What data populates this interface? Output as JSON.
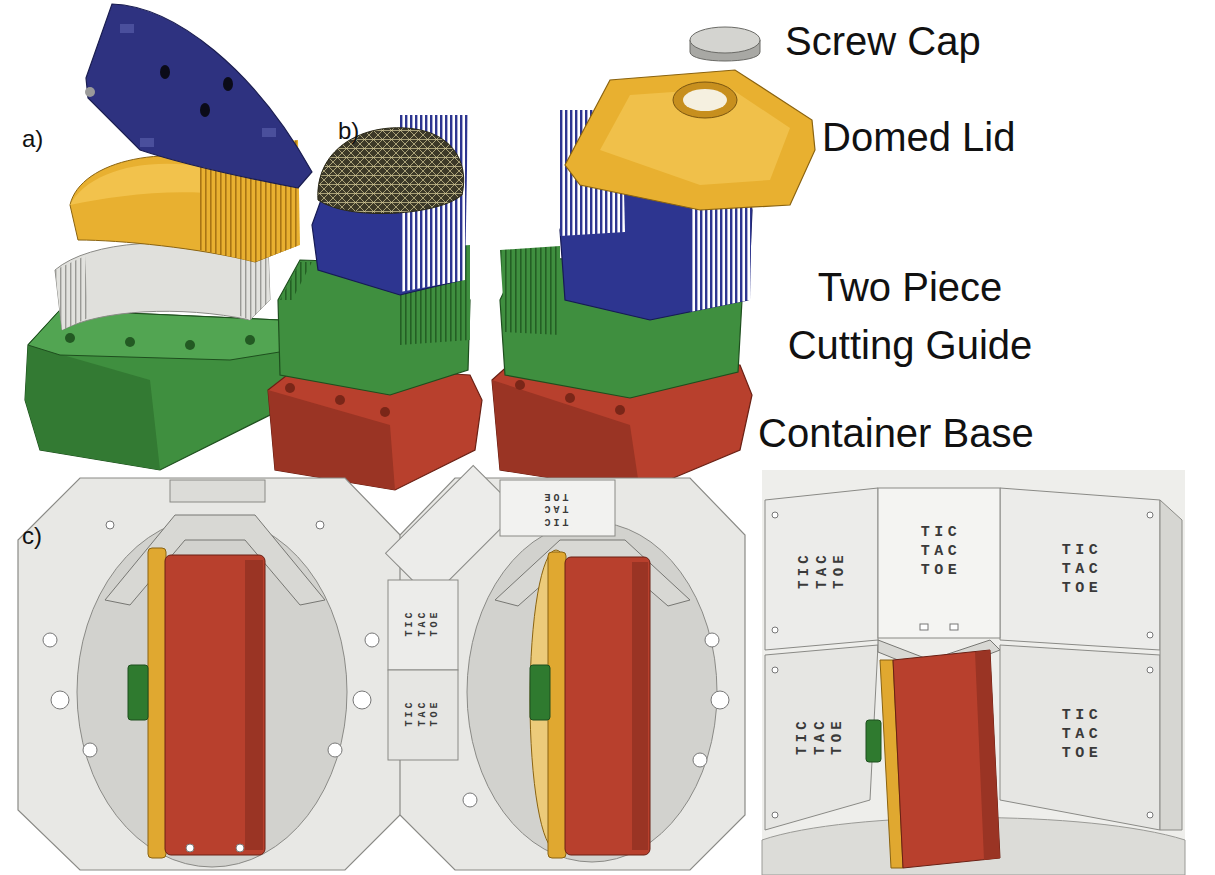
{
  "diagram": {
    "labels": [
      "a)",
      "b)",
      "Screw Cap",
      "Domed Lid",
      "Two Piece Cutting Guide",
      "Container Base",
      "c)",
      "TIC TAC TOE",
      "TIC TAC TOE",
      "TIC TAC TOE",
      "TIC TAC TOE",
      "TIC TAC TOE",
      "TIC TAC TOE",
      "TIC TAC TOE",
      "TIC TAC TOE"
    ]
  }
}
